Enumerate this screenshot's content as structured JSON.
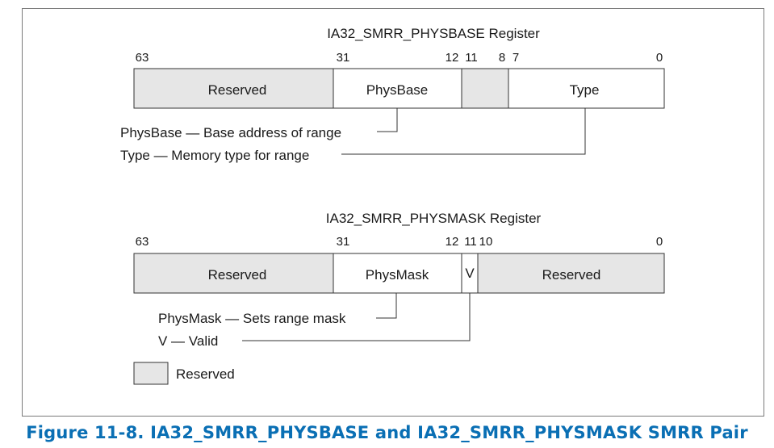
{
  "register1": {
    "title": "IA32_SMRR_PHYSBASE Register",
    "bits": {
      "b63": "63",
      "b31": "31",
      "b12": "12",
      "b11": "11",
      "b8": "8",
      "b7": "7",
      "b0": "0"
    },
    "fields": {
      "reserved": "Reserved",
      "physbase": "PhysBase",
      "type": "Type"
    },
    "legend": {
      "physbase": "PhysBase — Base address of range",
      "type": "Type — Memory type for range"
    }
  },
  "register2": {
    "title": "IA32_SMRR_PHYSMASK Register",
    "bits": {
      "b63": "63",
      "b31": "31",
      "b12": "12",
      "b11": "11",
      "b10": "10",
      "b0": "0"
    },
    "fields": {
      "reserved_hi": "Reserved",
      "physmask": "PhysMask",
      "v": "V",
      "reserved_lo": "Reserved"
    },
    "legend": {
      "physmask": "PhysMask — Sets range mask",
      "v": "V — Valid"
    }
  },
  "key": {
    "reserved": "Reserved"
  },
  "caption": "Figure 11-8.  IA32_SMRR_PHYSBASE and IA32_SMRR_PHYSMASK SMRR Pair",
  "colors": {
    "reserved_fill": "#e6e6e6",
    "caption": "#0a6fb4",
    "border": "#333333"
  }
}
